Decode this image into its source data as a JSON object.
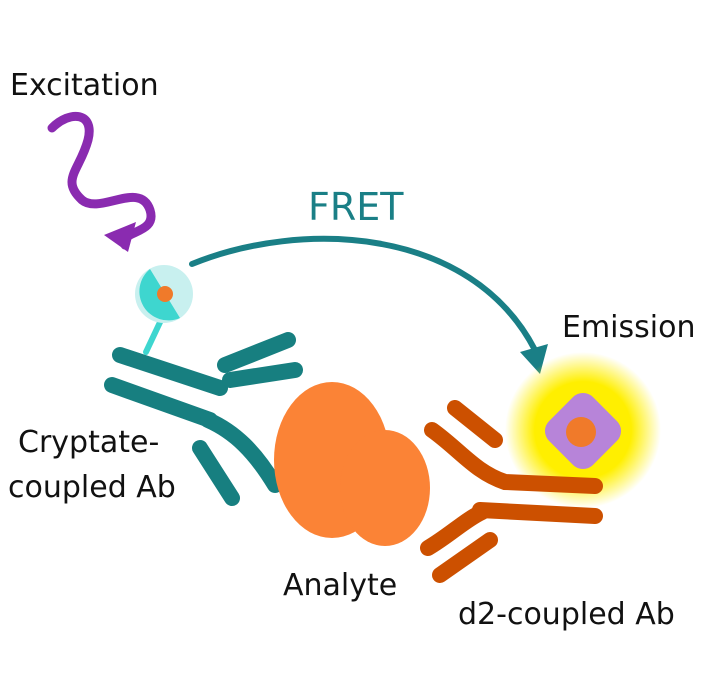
{
  "labels": {
    "excitation": "Excitation",
    "fret": "FRET",
    "emission": "Emission",
    "cryptate_line1": "Cryptate-",
    "cryptate_line2": "coupled Ab",
    "analyte": "Analyte",
    "d2": "d2-coupled Ab"
  },
  "colors": {
    "excitation_wave": "#8a2bb0",
    "fret_arrow": "#1a7f86",
    "cryptate_antibody": "#177f80",
    "donor_light": "#c8f0ef",
    "donor_dark": "#3ed6cf",
    "donor_core": "#f07a2a",
    "analyte": "#fb8336",
    "d2_antibody": "#cc5000",
    "emission_glow": "#ffef00",
    "acceptor": "#b784d9",
    "acceptor_core": "#f07a2a"
  }
}
